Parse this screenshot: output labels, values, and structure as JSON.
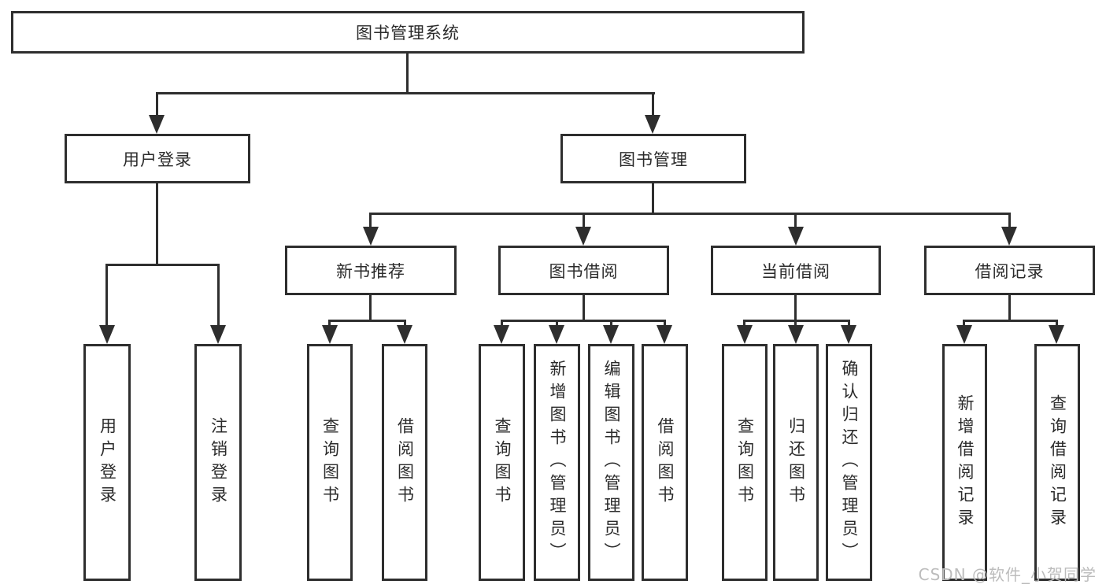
{
  "diagram": {
    "root": {
      "label": "图书管理系统"
    },
    "user_login": {
      "label": "用户登录",
      "children": [
        {
          "label": "用户登录"
        },
        {
          "label": "注销登录"
        }
      ]
    },
    "book_management": {
      "label": "图书管理",
      "children": [
        {
          "label": "新书推荐",
          "children": [
            {
              "label": "查询图书"
            },
            {
              "label": "借阅图书"
            }
          ]
        },
        {
          "label": "图书借阅",
          "children": [
            {
              "label": "查询图书"
            },
            {
              "label": "新增图书（管理员）"
            },
            {
              "label": "编辑图书（管理员）"
            },
            {
              "label": "借阅图书"
            }
          ]
        },
        {
          "label": "当前借阅",
          "children": [
            {
              "label": "查询图书"
            },
            {
              "label": "归还图书"
            },
            {
              "label": "确认归还（管理员）"
            }
          ]
        },
        {
          "label": "借阅记录",
          "children": [
            {
              "label": "新增借阅记录"
            },
            {
              "label": "查询借阅记录"
            }
          ]
        }
      ]
    },
    "watermark": "CSDN @软件_小贺同学"
  },
  "colors": {
    "line": "#2e2e2e",
    "text": "#2b2b2b",
    "background": "#ffffff",
    "watermark": "#bcbcbc"
  }
}
